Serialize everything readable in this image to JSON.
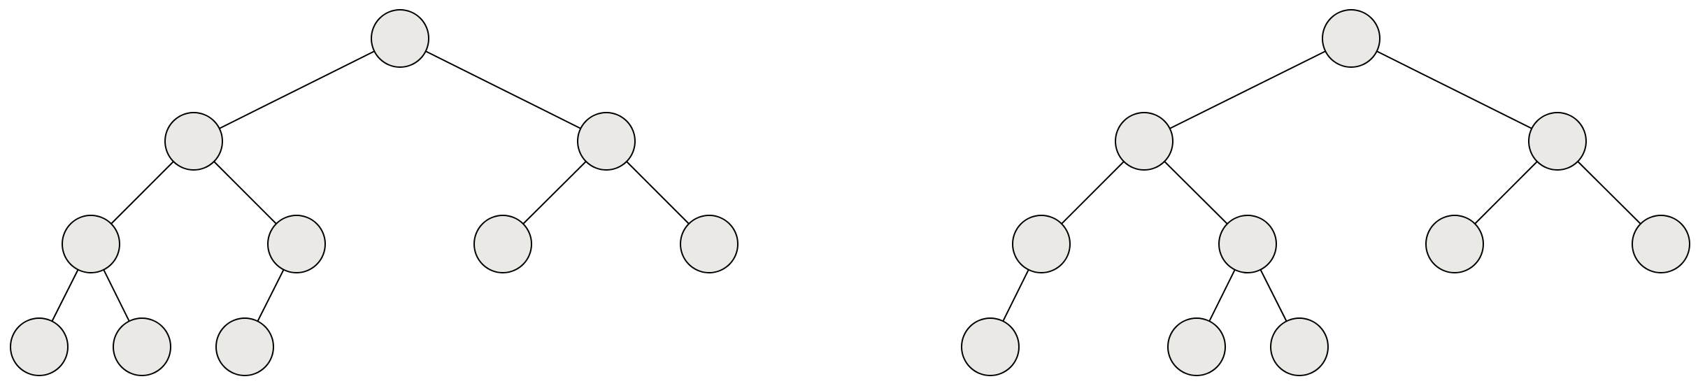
{
  "colors": {
    "node_fill": "#EAE9E5",
    "node_stroke": "#000000",
    "edge": "#000000",
    "background": "#FFFFFF"
  },
  "trees": [
    {
      "id": "left-tree",
      "nodes": [
        "a",
        "b",
        "c",
        "d",
        "e",
        "f",
        "g",
        "h",
        "i",
        "j"
      ],
      "edges": [
        [
          "a",
          "b"
        ],
        [
          "a",
          "c"
        ],
        [
          "b",
          "d"
        ],
        [
          "b",
          "e"
        ],
        [
          "c",
          "f"
        ],
        [
          "c",
          "g"
        ],
        [
          "d",
          "h"
        ],
        [
          "d",
          "i"
        ],
        [
          "e",
          "j"
        ]
      ]
    },
    {
      "id": "right-tree",
      "nodes": [
        "a",
        "b",
        "c",
        "d",
        "e",
        "f",
        "g",
        "h",
        "i",
        "j"
      ],
      "edges": [
        [
          "a",
          "b"
        ],
        [
          "a",
          "c"
        ],
        [
          "b",
          "d"
        ],
        [
          "b",
          "e"
        ],
        [
          "c",
          "f"
        ],
        [
          "c",
          "g"
        ],
        [
          "d",
          "h"
        ],
        [
          "e",
          "i"
        ],
        [
          "e",
          "j"
        ]
      ]
    }
  ]
}
